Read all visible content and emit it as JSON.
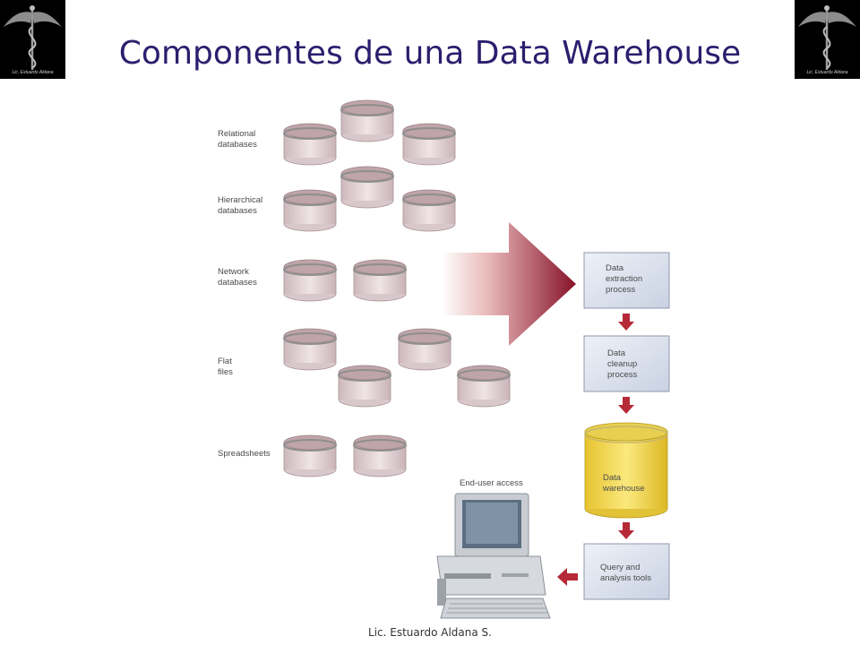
{
  "logo_caption": "Lic. Estuardo Aldana",
  "title": "Componentes de una Data Warehouse",
  "sources": [
    {
      "label": "Relational\ndatabases"
    },
    {
      "label": "Hierarchical\ndatabases"
    },
    {
      "label": "Network\ndatabases"
    },
    {
      "label": "Flat\nfiles"
    },
    {
      "label": "Spreadsheets"
    }
  ],
  "process": {
    "extraction": "Data\nextraction\nprocess",
    "cleanup": "Data\ncleanup\nprocess",
    "warehouse": "Data\nwarehouse",
    "query": "Query and\nanalysis tools"
  },
  "end_user_label": "End-user access",
  "footer": "Lic. Estuardo Aldana S.",
  "colors": {
    "title": "#2a1f6e",
    "arrow_dark": "#8b1a2b",
    "db_fill": "#e3d3d6",
    "warehouse_fill": "#f2d64e",
    "process_box": "#dde3ee"
  }
}
